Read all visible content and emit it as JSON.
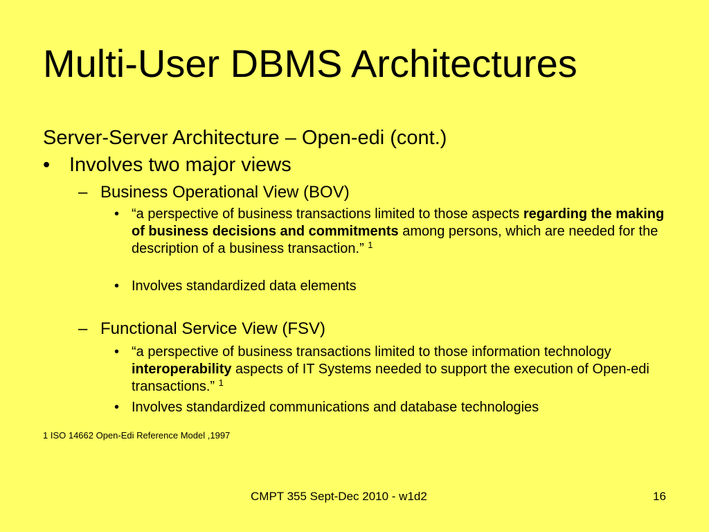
{
  "slide": {
    "title": "Multi-User DBMS Architectures",
    "subheading": "Server-Server Architecture – Open-edi (cont.)",
    "bullet_marker": "•",
    "dash_marker": "–",
    "point": "Involves two major views",
    "bov": {
      "heading": "Business Operational View (BOV)",
      "item1_pre": "“a perspective of business transactions limited to those aspects ",
      "item1_bold": "regarding the making of business decisions and commitments",
      "item1_post": " among persons, which are needed for the description of a business transaction.” ",
      "item1_sup": "1",
      "item2": "Involves standardized data elements"
    },
    "fsv": {
      "heading": "Functional Service View (FSV)",
      "item1_pre": "“a perspective of business transactions limited to those information technology ",
      "item1_bold": "interoperability",
      "item1_post": " aspects of IT Systems needed to support the execution of Open-edi transactions.” ",
      "item1_sup": "1",
      "item2": "Involves standardized communications and database technologies"
    },
    "footnote": "1 ISO 14662 Open-Edi Reference Model ,1997",
    "footer": "CMPT 355 Sept-Dec 2010 - w1d2",
    "page_number": "16"
  }
}
